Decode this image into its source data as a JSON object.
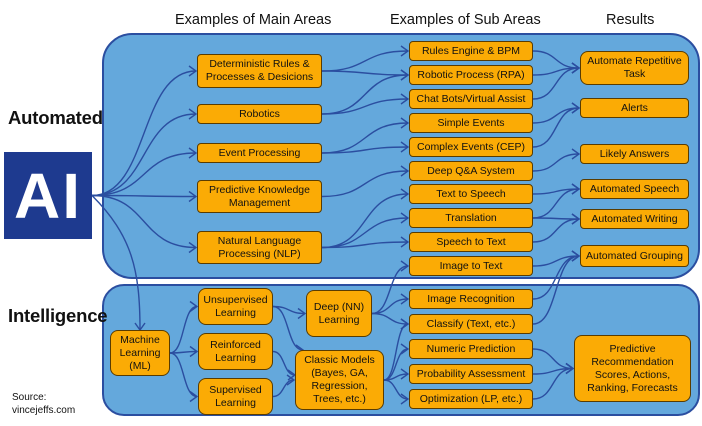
{
  "headers": {
    "main_areas": "Examples of Main Areas",
    "sub_areas": "Examples of Sub Areas",
    "results": "Results"
  },
  "side_labels": {
    "automated": "Automated",
    "intelligence": "Intelligence",
    "ai_logo": "AI"
  },
  "source": {
    "line1": "Source:",
    "line2": "vincejeffs.com"
  },
  "colors": {
    "panel_fill": "#64a8dc",
    "panel_border": "#2b4ea0",
    "box_fill": "#fbab05",
    "ai_logo_bg": "#1e3a8f",
    "arrow": "#2b4ea0"
  },
  "main_areas": [
    {
      "id": "det",
      "label": "Deterministic Rules & Processes & Desicions"
    },
    {
      "id": "rob",
      "label": "Robotics"
    },
    {
      "id": "evt",
      "label": "Event Processing"
    },
    {
      "id": "pkm",
      "label": "Predictive Knowledge Management"
    },
    {
      "id": "nlp",
      "label": "Natural Language Processing (NLP)"
    }
  ],
  "ml_areas": [
    {
      "id": "ml",
      "label": "Machine Learning (ML)"
    },
    {
      "id": "uns",
      "label": "Unsupervised Learning"
    },
    {
      "id": "rei",
      "label": "Reinforced Learning"
    },
    {
      "id": "sup",
      "label": "Supervised Learning"
    },
    {
      "id": "deep",
      "label": "Deep (NN) Learning"
    },
    {
      "id": "cls",
      "label": "Classic Models (Bayes, GA, Regression, Trees, etc.)"
    }
  ],
  "sub_areas": [
    {
      "id": "s1",
      "label": "Rules Engine & BPM"
    },
    {
      "id": "s2",
      "label": "Robotic Process (RPA)"
    },
    {
      "id": "s3",
      "label": "Chat Bots/Virtual Assist"
    },
    {
      "id": "s4",
      "label": "Simple Events"
    },
    {
      "id": "s5",
      "label": "Complex Events (CEP)"
    },
    {
      "id": "s6",
      "label": "Deep Q&A System"
    },
    {
      "id": "s7",
      "label": "Text to Speech"
    },
    {
      "id": "s8",
      "label": "Translation"
    },
    {
      "id": "s9",
      "label": "Speech to Text"
    },
    {
      "id": "s10",
      "label": "Image to Text"
    },
    {
      "id": "s11",
      "label": "Image Recognition"
    },
    {
      "id": "s12",
      "label": "Classify (Text, etc.)"
    },
    {
      "id": "s13",
      "label": "Numeric Prediction"
    },
    {
      "id": "s14",
      "label": "Probability Assessment"
    },
    {
      "id": "s15",
      "label": "Optimization (LP, etc.)"
    }
  ],
  "results": [
    {
      "id": "r1",
      "label": "Automate Repetitive Task"
    },
    {
      "id": "r2",
      "label": "Alerts"
    },
    {
      "id": "r3",
      "label": "Likely Answers"
    },
    {
      "id": "r4",
      "label": "Automated Speech"
    },
    {
      "id": "r5",
      "label": "Automated Writing"
    },
    {
      "id": "r6",
      "label": "Automated Grouping"
    },
    {
      "id": "r7",
      "label": "Predictive Recommendation Scores, Actions, Ranking, Forecasts"
    }
  ],
  "edges": [
    [
      "ai",
      "det"
    ],
    [
      "ai",
      "rob"
    ],
    [
      "ai",
      "evt"
    ],
    [
      "ai",
      "pkm"
    ],
    [
      "ai",
      "nlp"
    ],
    [
      "ai",
      "ml"
    ],
    [
      "det",
      "s1"
    ],
    [
      "det",
      "s2"
    ],
    [
      "rob",
      "s2"
    ],
    [
      "rob",
      "s3"
    ],
    [
      "evt",
      "s4"
    ],
    [
      "evt",
      "s5"
    ],
    [
      "pkm",
      "s6"
    ],
    [
      "nlp",
      "s7"
    ],
    [
      "nlp",
      "s8"
    ],
    [
      "nlp",
      "s9"
    ],
    [
      "ml",
      "uns"
    ],
    [
      "ml",
      "rei"
    ],
    [
      "ml",
      "sup"
    ],
    [
      "uns",
      "deep"
    ],
    [
      "uns",
      "cls"
    ],
    [
      "rei",
      "cls"
    ],
    [
      "sup",
      "cls"
    ],
    [
      "deep",
      "s10"
    ],
    [
      "deep",
      "s11"
    ],
    [
      "deep",
      "s12"
    ],
    [
      "cls",
      "s12"
    ],
    [
      "cls",
      "s13"
    ],
    [
      "cls",
      "s14"
    ],
    [
      "cls",
      "s15"
    ],
    [
      "s1",
      "r1"
    ],
    [
      "s2",
      "r1"
    ],
    [
      "s3",
      "r1"
    ],
    [
      "s4",
      "r2"
    ],
    [
      "s5",
      "r2"
    ],
    [
      "s6",
      "r3"
    ],
    [
      "s7",
      "r4"
    ],
    [
      "s8",
      "r4"
    ],
    [
      "s8",
      "r5"
    ],
    [
      "s9",
      "r5"
    ],
    [
      "s10",
      "r6"
    ],
    [
      "s11",
      "r6"
    ],
    [
      "s12",
      "r6"
    ],
    [
      "s13",
      "r7"
    ],
    [
      "s14",
      "r7"
    ],
    [
      "s15",
      "r7"
    ]
  ]
}
